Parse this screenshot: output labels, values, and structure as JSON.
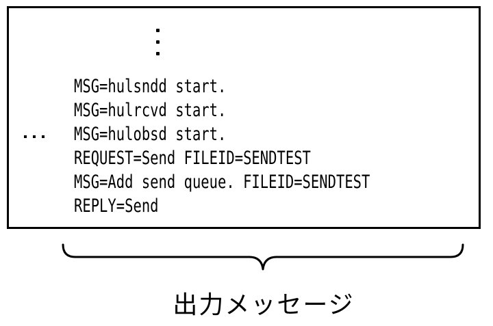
{
  "console": {
    "lines": [
      "MSG=hulsndd start.",
      "MSG=hulrcvd start.",
      "MSG=hulobsd start.",
      "REQUEST=Send FILEID=SENDTEST",
      "MSG=Add send queue. FILEID=SENDTEST",
      "REPLY=Send"
    ]
  },
  "caption": "出力メッセージ"
}
